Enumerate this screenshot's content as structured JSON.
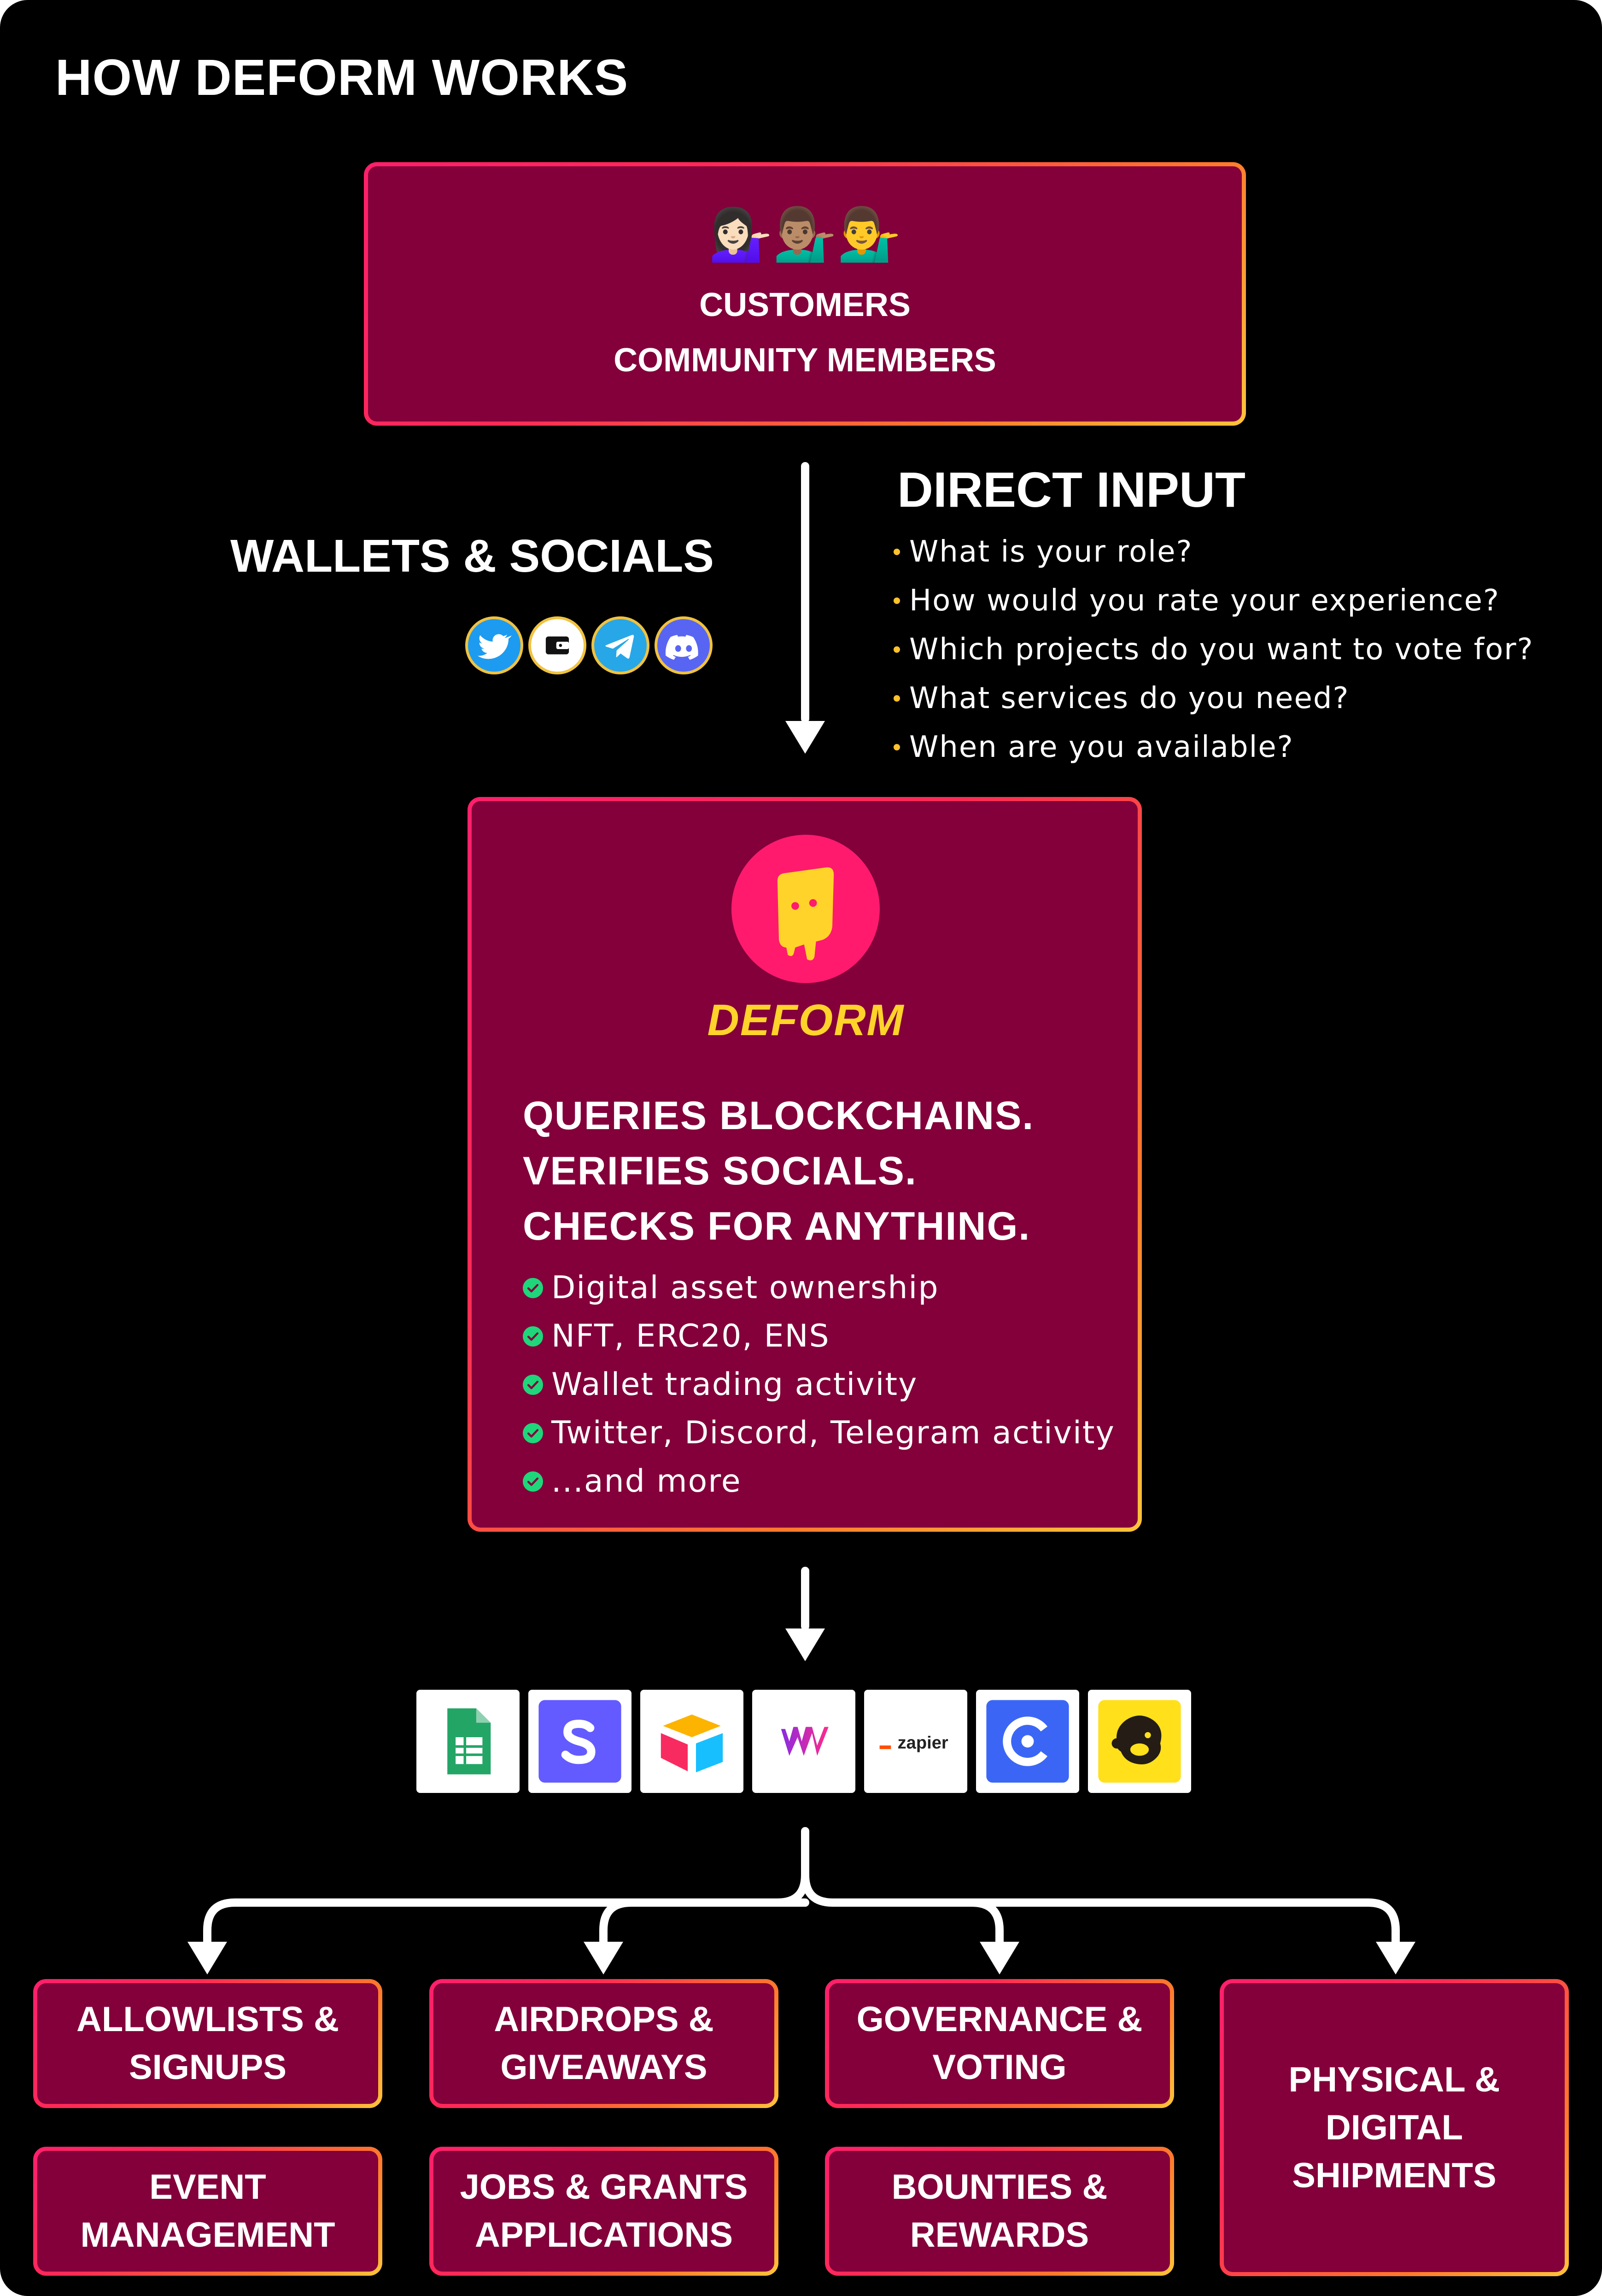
{
  "title": "HOW DEFORM WORKS",
  "top_box": {
    "emoji": "💁🏻‍♀️💁🏽‍♂️💁‍♂️",
    "line1": "CUSTOMERS",
    "line2": "COMMUNITY MEMBERS"
  },
  "wallets_socials": {
    "heading": "WALLETS & SOCIALS",
    "icons": [
      "twitter-icon",
      "wallet-icon",
      "telegram-icon",
      "discord-icon"
    ]
  },
  "direct_input": {
    "heading": "DIRECT INPUT",
    "questions": [
      "What is your role?",
      "How would you rate your experience?",
      "Which projects do you want to vote for?",
      "What services do you need?",
      "When are you available?"
    ]
  },
  "deform_box": {
    "name": "DEFORM",
    "claims": [
      "QUERIES BLOCKCHAINS.",
      "VERIFIES SOCIALS.",
      "CHECKS FOR ANYTHING."
    ],
    "features": [
      "Digital asset ownership",
      "NFT, ERC20, ENS",
      "Wallet trading activity",
      "Twitter, Discord, Telegram activity",
      "...and more"
    ]
  },
  "integrations": {
    "icons": [
      "google-sheets-icon",
      "stripe-icon",
      "airtable-icon",
      "webflow-icon",
      "zapier-icon",
      "circle-icon",
      "mailchimp-icon"
    ],
    "zapier_text": "zapier"
  },
  "use_cases": {
    "allowlists": [
      "ALLOWLISTS &",
      "SIGNUPS"
    ],
    "airdrops": [
      "AIRDROPS &",
      "GIVEAWAYS"
    ],
    "governance": [
      "GOVERNANCE &",
      "VOTING"
    ],
    "shipments": [
      "PHYSICAL &",
      "DIGITAL",
      "SHIPMENTS"
    ],
    "events": [
      "EVENT",
      "MANAGEMENT"
    ],
    "jobs": [
      "JOBS & GRANTS",
      "APPLICATIONS"
    ],
    "bounties": [
      "BOUNTIES &",
      "REWARDS"
    ]
  },
  "colors": {
    "background": "#000000",
    "box_fill": "#83003a",
    "border_pink": "#ff1f6b",
    "border_yellow": "#ffc43a",
    "accent_yellow": "#ffd32a",
    "check_green": "#1fd67a",
    "logo_pink": "#ff1a6e"
  }
}
